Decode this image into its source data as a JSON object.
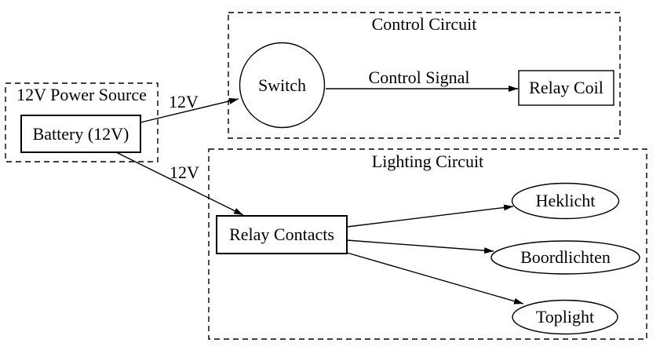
{
  "diagram": {
    "colors": {
      "line": "#000000",
      "background": "#ffffff"
    },
    "clusters": [
      {
        "id": "power",
        "label": "12V Power Source",
        "border": "dashed"
      },
      {
        "id": "control",
        "label": "Control Circuit",
        "border": "dashed"
      },
      {
        "id": "lighting",
        "label": "Lighting Circuit",
        "border": "dashed"
      }
    ],
    "nodes": [
      {
        "id": "battery",
        "label": "Battery (12V)",
        "shape": "box",
        "cluster": "power"
      },
      {
        "id": "switch",
        "label": "Switch",
        "shape": "circle",
        "cluster": "control"
      },
      {
        "id": "relay_coil",
        "label": "Relay Coil",
        "shape": "box",
        "cluster": "control"
      },
      {
        "id": "relay_contacts",
        "label": "Relay Contacts",
        "shape": "box",
        "cluster": "lighting"
      },
      {
        "id": "heklicht",
        "label": "Heklicht",
        "shape": "ellipse",
        "cluster": "lighting"
      },
      {
        "id": "boordlichten",
        "label": "Boordlichten",
        "shape": "ellipse",
        "cluster": "lighting"
      },
      {
        "id": "toplight",
        "label": "Toplight",
        "shape": "ellipse",
        "cluster": "lighting"
      }
    ],
    "edges": [
      {
        "from": "battery",
        "to": "switch",
        "label": "12V"
      },
      {
        "from": "battery",
        "to": "relay_contacts",
        "label": "12V"
      },
      {
        "from": "switch",
        "to": "relay_coil",
        "label": "Control Signal"
      },
      {
        "from": "relay_contacts",
        "to": "heklicht",
        "label": ""
      },
      {
        "from": "relay_contacts",
        "to": "boordlichten",
        "label": ""
      },
      {
        "from": "relay_contacts",
        "to": "toplight",
        "label": ""
      }
    ]
  }
}
